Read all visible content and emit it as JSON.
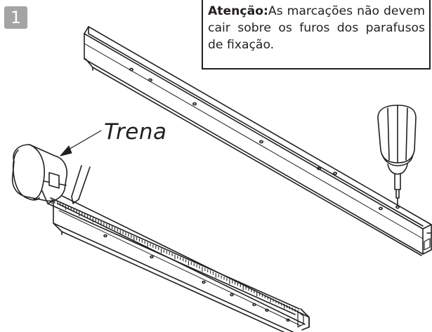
{
  "step": {
    "number": "1"
  },
  "note": {
    "title": "Atenção:",
    "text": "As marcações não devem cair sobre os furos dos parafusos de fixação."
  },
  "labels": {
    "tape": "Trena"
  },
  "colors": {
    "line": "#231f20",
    "badge": "#a4a4a4",
    "background": "#ffffff"
  },
  "icons": [
    "screwdriver-icon",
    "tape-measure-icon",
    "pencil-icon",
    "pointer-arrow-icon"
  ]
}
